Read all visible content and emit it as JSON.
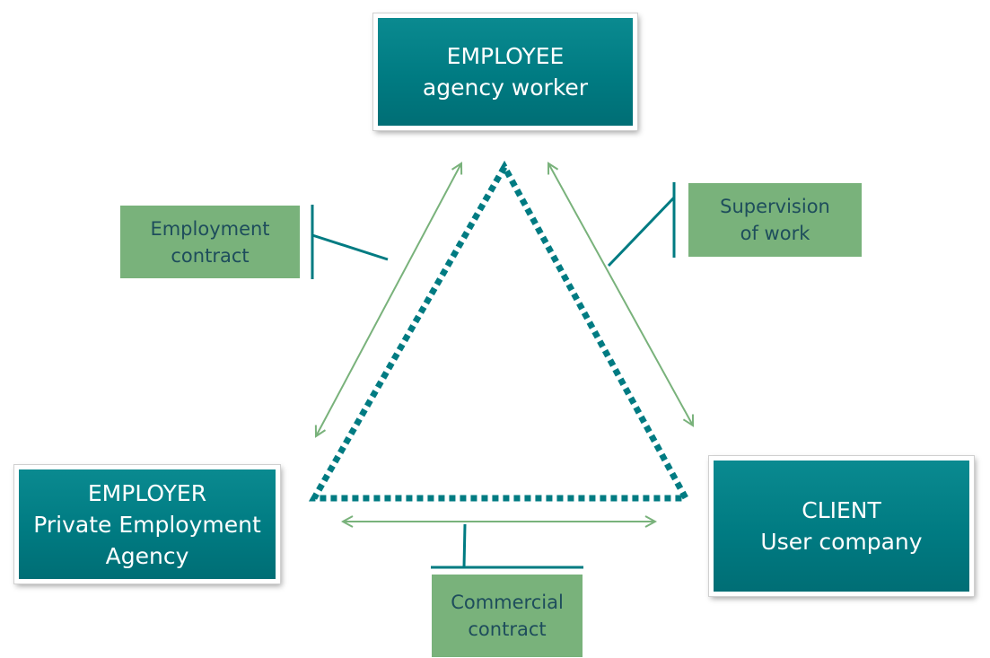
{
  "diagram": {
    "nodes": {
      "employee": {
        "line1": "EMPLOYEE",
        "line2": "agency worker"
      },
      "employer": {
        "line1": "EMPLOYER",
        "line2": "Private Employment",
        "line3": "Agency"
      },
      "client": {
        "line1": "CLIENT",
        "line2": "User company"
      }
    },
    "relations": {
      "employment": {
        "line1": "Employment",
        "line2": "contract"
      },
      "supervision": {
        "line1": "Supervision",
        "line2": "of work"
      },
      "commercial": {
        "line1": "Commercial",
        "line2": "contract"
      }
    },
    "colors": {
      "node_fill": "#007b82",
      "node_text": "#ffffff",
      "label_fill": "#79b27b",
      "label_text": "#1e4d5c",
      "triangle_dots": "#007b82",
      "arrow": "#79b27b",
      "callout_bracket": "#007b82"
    }
  }
}
